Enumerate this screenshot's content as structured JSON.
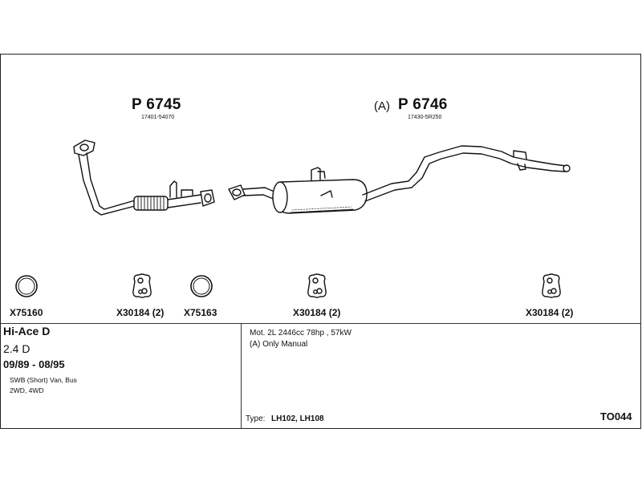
{
  "parts": {
    "front_pipe": {
      "number": "P 6745",
      "oem": "17401-54070"
    },
    "rear_section": {
      "prefix": "(A)",
      "number": "P 6746",
      "oem": "17430-5R250"
    }
  },
  "accessories": [
    {
      "code": "X75160",
      "icon": "ring-gasket-icon"
    },
    {
      "code": "X30184 (2)",
      "icon": "rubber-hanger-icon"
    },
    {
      "code": "X75163",
      "icon": "ring-gasket-icon"
    },
    {
      "code": "X30184 (2)",
      "icon": "rubber-hanger-icon"
    },
    {
      "code": "X30184 (2)",
      "icon": "rubber-hanger-icon"
    }
  ],
  "vehicle": {
    "model": "Hi-Ace D",
    "engine": "2.4 D",
    "years": "09/89 - 08/95",
    "body_line1": "SWB (Short) Van, Bus",
    "body_line2": "2WD, 4WD"
  },
  "notes": {
    "engine_spec": "Mot. 2L 2446cc 78hp , 57kW",
    "manual_note": "(A) Only Manual",
    "type_label": "Type:",
    "type_value": "LH102, LH108"
  },
  "catalog_code": "TO044"
}
